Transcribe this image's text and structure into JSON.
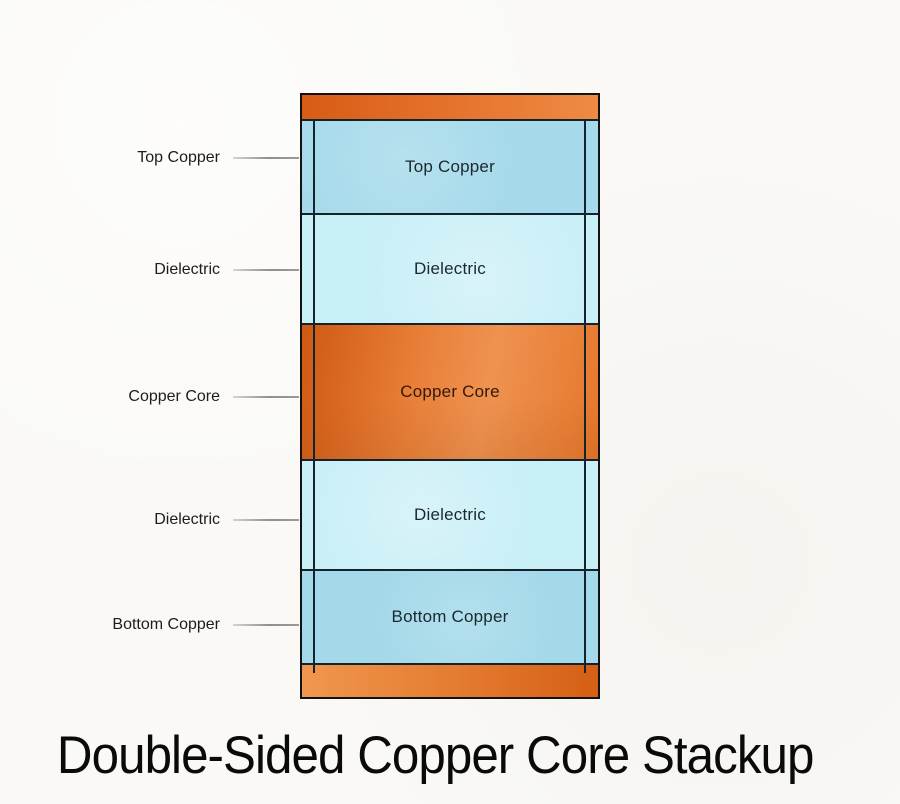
{
  "title": "Double-Sided Copper Core Stackup",
  "diagram": {
    "kind": "pcb-layer-stackup",
    "layers": [
      {
        "id": "top-foil-strip",
        "label": ""
      },
      {
        "id": "top-copper",
        "label": "Top Copper"
      },
      {
        "id": "dielectric-upper",
        "label": "Dielectric"
      },
      {
        "id": "copper-core",
        "label": "Copper Core"
      },
      {
        "id": "dielectric-lower",
        "label": "Dielectric"
      },
      {
        "id": "bottom-copper",
        "label": "Bottom Copper"
      },
      {
        "id": "bottom-foil-strip",
        "label": ""
      }
    ],
    "side_labels": [
      {
        "text": "Top Copper"
      },
      {
        "text": "Dielectric"
      },
      {
        "text": "Copper Core"
      },
      {
        "text": "Dielectric"
      },
      {
        "text": "Bottom Copper"
      }
    ]
  },
  "colors": {
    "copper_strip_dark": "#d85c15",
    "copper_strip_light": "#ee8b45",
    "copper_core_dark": "#cf5913",
    "copper_core_light": "#ef9250",
    "copper_layer_blue": "#a6daea",
    "dielectric_blue": "#c9eff7",
    "outline": "#121212",
    "leader_line": "#9a9a9a",
    "background": "#faf9f6"
  }
}
